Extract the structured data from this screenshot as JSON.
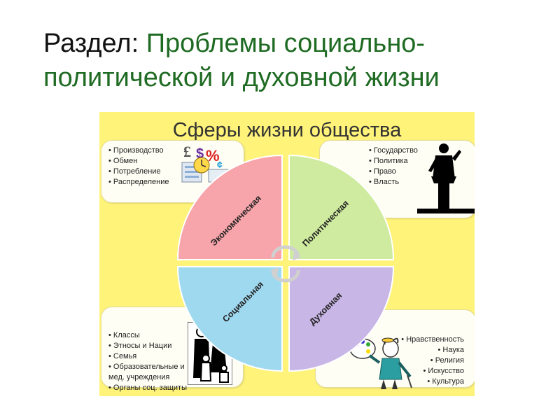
{
  "slide": {
    "title_prefix": "Раздел: ",
    "title_main": "Проблемы социально-политической и духовной жизни"
  },
  "diagram": {
    "title": "Сферы жизни общества",
    "sectors": {
      "economic": {
        "label": "Экономическая",
        "color": "#f7a4aa"
      },
      "political": {
        "label": "Политическая",
        "color": "#cfeb9f"
      },
      "social": {
        "label": "Социальная",
        "color": "#9fd9f0"
      },
      "spiritual": {
        "label": "Духовная",
        "color": "#c8b6e6"
      }
    },
    "economic_items": [
      "Производство",
      "Обмен",
      "Потребление",
      "Распределение"
    ],
    "political_items": [
      "Государство",
      "Политика",
      "Право",
      "Власть"
    ],
    "social_items": [
      "Классы",
      "Этносы и Нации",
      "Семья",
      "Образовательные и мед. учреждения",
      "Органы соц. защиты"
    ],
    "spiritual_items": [
      "Нравственность",
      "Наука",
      "Религия",
      "Искусство",
      "Культура"
    ],
    "icons": {
      "economic": "money-clock-icon",
      "political": "speaker-podium-icon",
      "social": "family-icon",
      "spiritual": "artist-palette-icon",
      "center": "cycle-arrows-icon"
    }
  }
}
